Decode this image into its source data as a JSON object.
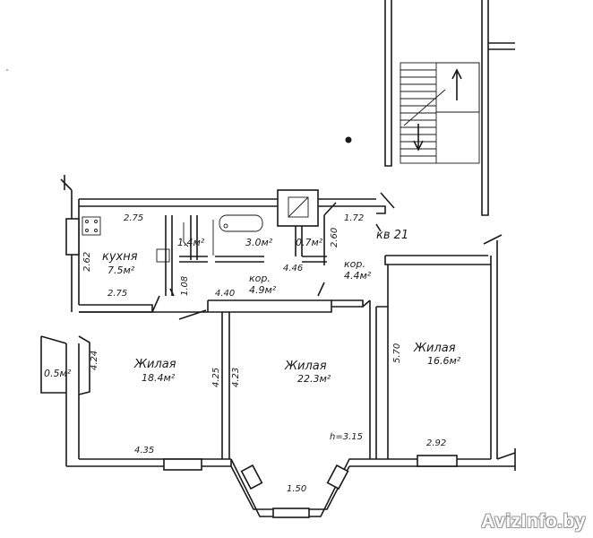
{
  "apartment_label": "кв 21",
  "ceiling_height": "h=3.15",
  "rooms": [
    {
      "id": "kitchen",
      "name": "кухня",
      "area": "7.5м²"
    },
    {
      "id": "wc",
      "name": "",
      "area": "1.4м²"
    },
    {
      "id": "bath",
      "name": "",
      "area": "3.0м²"
    },
    {
      "id": "closet",
      "name": "",
      "area": "0.7м²"
    },
    {
      "id": "corridor-1",
      "name": "кор.",
      "area": "4.9м²"
    },
    {
      "id": "corridor-2",
      "name": "кор.",
      "area": "4.4м²"
    },
    {
      "id": "living-1",
      "name": "Жилая",
      "area": "18.4м²"
    },
    {
      "id": "living-2",
      "name": "Жилая",
      "area": "22.3м²"
    },
    {
      "id": "living-3",
      "name": "Жилая",
      "area": "16.6м²"
    },
    {
      "id": "balcony",
      "name": "",
      "area": "0.5м²"
    }
  ],
  "dimensions": {
    "kitchen_top": "2.75",
    "kitchen_bottom": "2.75",
    "kitchen_side": "2.62",
    "closet_top": "1.72",
    "closet_side": "2.60",
    "wc_side": "1.08",
    "corridor_1": "4.40",
    "corridor_hall": "4.46",
    "living_1_right": "4.25",
    "living_2_left": "4.23",
    "living_1_bottom": "4.35",
    "bay": "1.50",
    "living_3_bottom": "2.92",
    "living_3_side": "5.70",
    "balcony_side": "4.24"
  },
  "watermark": "AvizInfo.by"
}
